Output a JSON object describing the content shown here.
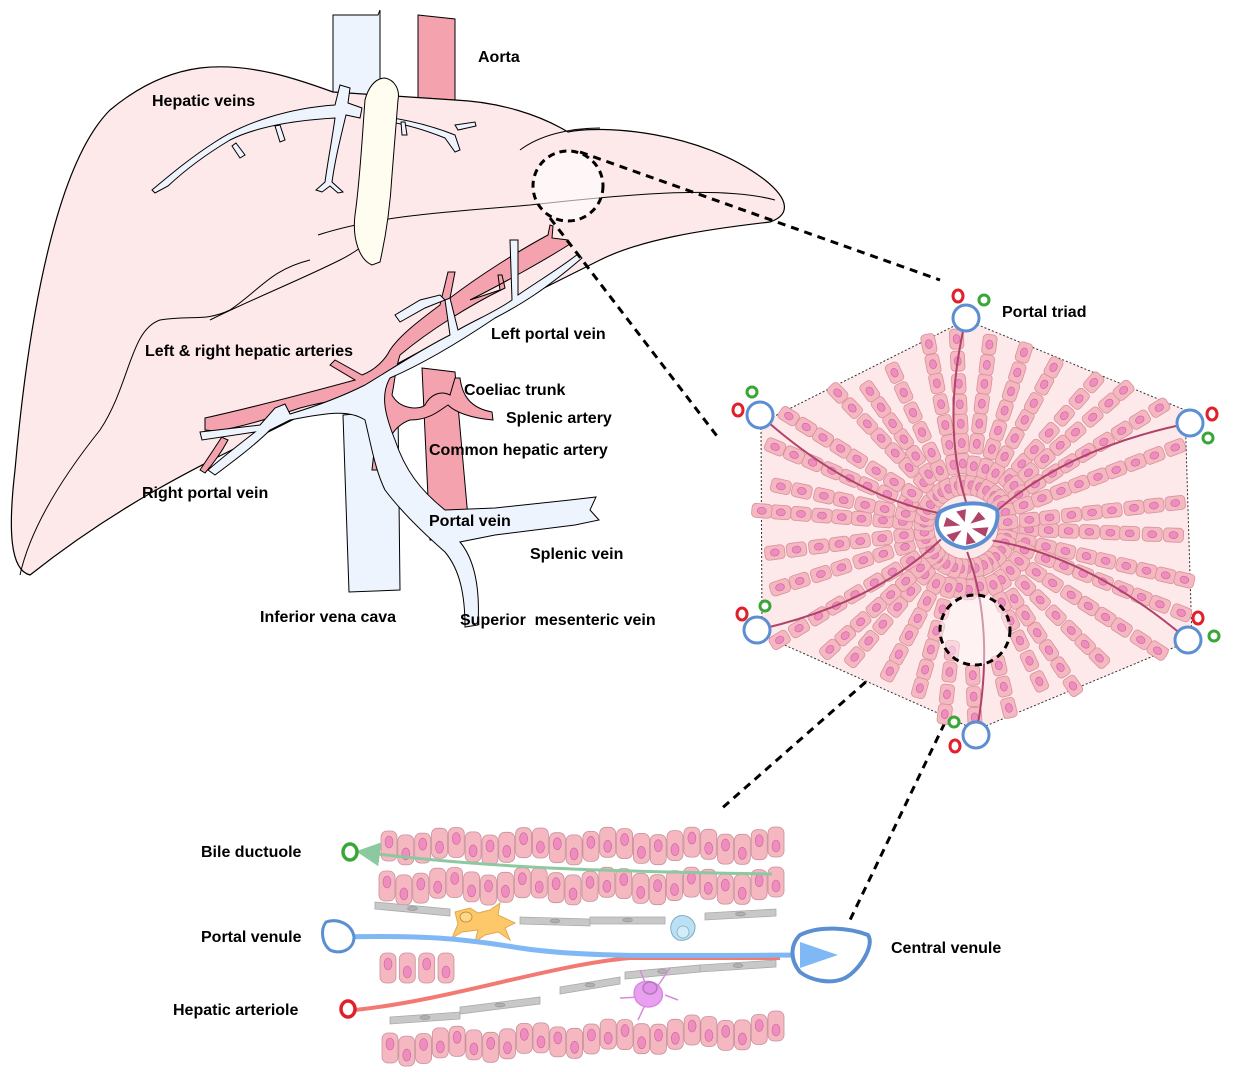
{
  "diagram": {
    "liver_labels": {
      "aorta": "Aorta",
      "hepatic_veins": "Hepatic veins",
      "left_right_hepatic_arteries": "Left & right hepatic arteries",
      "left_portal_vein": "Left portal vein",
      "coeliac_trunk": "Coeliac trunk",
      "splenic_artery": "Splenic artery",
      "common_hepatic_artery": "Common hepatic artery",
      "right_portal_vein": "Right portal vein",
      "portal_vein": "Portal vein",
      "splenic_vein": "Splenic vein",
      "inferior_vena_cava": "Inferior vena cava",
      "superior_mesenteric_vein": "Superior  mesenteric vein"
    },
    "lobule_labels": {
      "portal_triad": "Portal triad"
    },
    "sinusoid_labels": {
      "bile_ductuole": "Bile ductuole",
      "portal_venule": "Portal venule",
      "hepatic_arteriole": "Hepatic arteriole",
      "central_venule": "Central venule"
    },
    "colors": {
      "liver_fill": "#fde8ea",
      "vein_fill": "#eef4fd",
      "artery_fill": "#f4a3ae",
      "gallbladder_fill": "#fffdf0",
      "hepatocyte_fill": "#f5b8c1",
      "hepatocyte_nucleus": "#f08cbf",
      "sinusoid_line": "#b0436a",
      "portal_blue": "#5b8fd1",
      "bile_green": "#3aa637",
      "artery_red": "#e0202a",
      "flow_blue": "#7fb8f5",
      "flow_red": "#f27a72",
      "flow_green": "#8cc8a0",
      "endothelial_gray": "#c8c8c8",
      "kupffer_orange": "#fcc86a",
      "stellate_violet": "#e9a0f0",
      "lymphocyte_blue": "#b9e0f4"
    }
  }
}
